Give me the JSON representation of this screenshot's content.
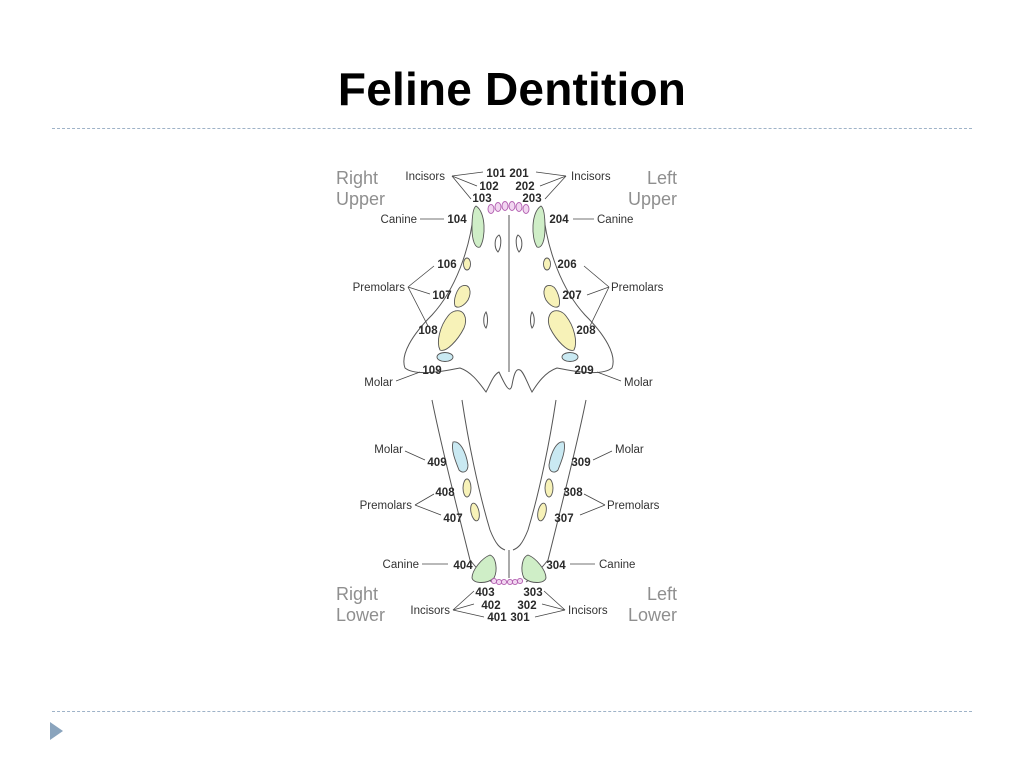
{
  "slide": {
    "title": "Feline Dentition"
  },
  "quadrants": {
    "right_upper": [
      "Right",
      "Upper"
    ],
    "left_upper": [
      "Left",
      "Upper"
    ],
    "right_lower": [
      "Right",
      "Lower"
    ],
    "left_lower": [
      "Left",
      "Lower"
    ]
  },
  "labels": {
    "incisors": "Incisors",
    "canine": "Canine",
    "premolars": "Premolars",
    "molar": "Molar"
  },
  "teeth": {
    "101": "101",
    "102": "102",
    "103": "103",
    "104": "104",
    "106": "106",
    "107": "107",
    "108": "108",
    "109": "109",
    "201": "201",
    "202": "202",
    "203": "203",
    "204": "204",
    "206": "206",
    "207": "207",
    "208": "208",
    "209": "209",
    "301": "301",
    "302": "302",
    "303": "303",
    "304": "304",
    "307": "307",
    "308": "308",
    "309": "309",
    "401": "401",
    "402": "402",
    "403": "403",
    "404": "404",
    "407": "407",
    "408": "408",
    "409": "409"
  },
  "colors": {
    "canine": "#cfeec7",
    "premolar": "#f7f2b8",
    "molar": "#c9e9f2",
    "incisor": "#d98ad8",
    "outline": "#555555",
    "rule": "#9fb3c8",
    "nav_arrow": "#8aa4bd"
  }
}
